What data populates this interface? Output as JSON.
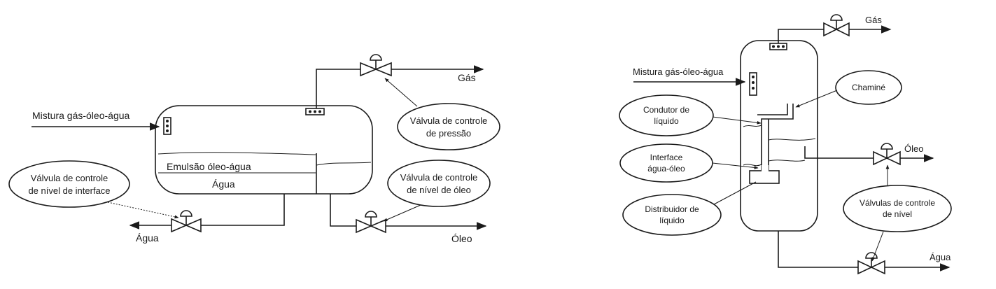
{
  "left_diagram": {
    "inlet": "Mistura gás-óleo-água",
    "gas_out": "Gás",
    "pressure_valve": [
      "Válvula de controle",
      "de pressão"
    ],
    "emulsion": "Emulsão óleo-água",
    "water_layer": "Água",
    "interface_valve": [
      "Válvula de controle",
      "de nível de interface"
    ],
    "oil_valve": [
      "Válvula de controle",
      "de nível de óleo"
    ],
    "water_out": "Água",
    "oil_out": "Óleo"
  },
  "right_diagram": {
    "gas_out": "Gás",
    "inlet": "Mistura gás-óleo-água",
    "chimney": "Chaminé",
    "liquid_conductor": [
      "Condutor de",
      "líquido"
    ],
    "interface": [
      "Interface",
      "água-óleo"
    ],
    "oil_out": "Óleo",
    "liquid_distributor": [
      "Distribuidor de",
      "líquido"
    ],
    "level_valves": [
      "Válvulas de controle",
      "de nível"
    ],
    "water_out": "Água"
  }
}
